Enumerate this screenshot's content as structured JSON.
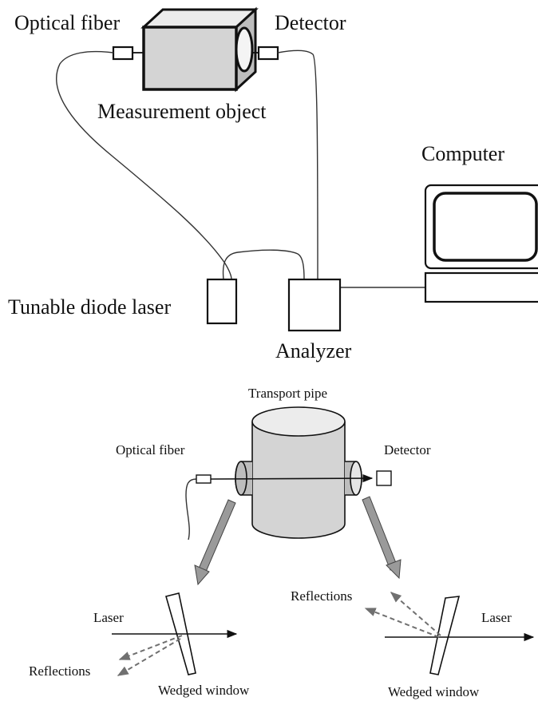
{
  "colors": {
    "object_fill": "#d4d4d4",
    "pipe_fill": "#d4d4d4",
    "outline": "#111111",
    "arrow_fill": "#9a9a9a",
    "reflection": "#707070"
  },
  "top": {
    "optical_fiber": "Optical fiber",
    "detector": "Detector",
    "measurement_object": "Measurement object",
    "computer": "Computer",
    "tunable_diode_laser": "Tunable diode laser",
    "analyzer": "Analyzer"
  },
  "bottom": {
    "transport_pipe": "Transport pipe",
    "optical_fiber": "Optical fiber",
    "detector": "Detector",
    "left_detail": {
      "laser": "Laser",
      "reflections": "Reflections",
      "window": "Wedged window"
    },
    "right_detail": {
      "laser": "Laser",
      "reflections": "Reflections",
      "window": "Wedged window"
    }
  }
}
